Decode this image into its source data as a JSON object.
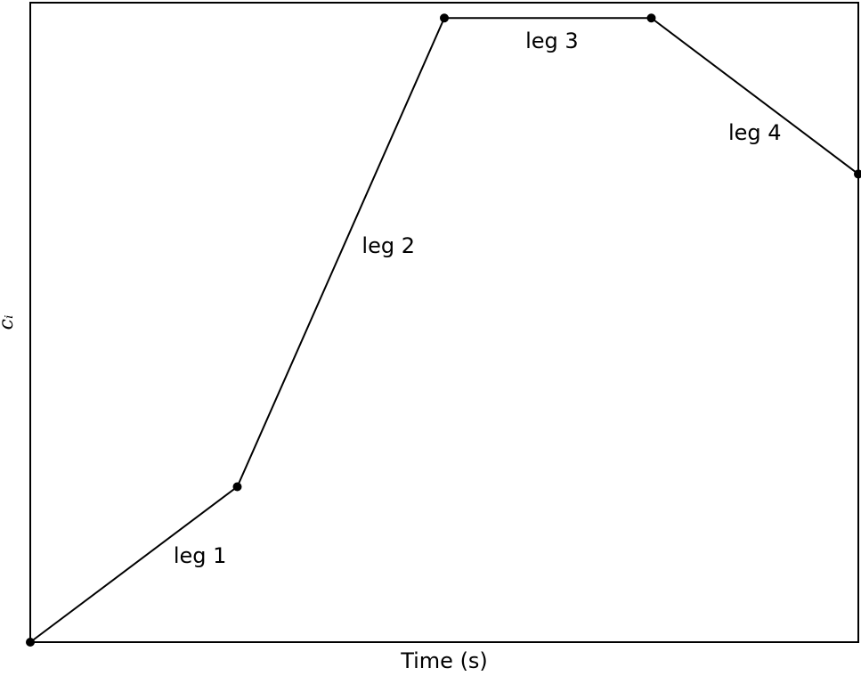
{
  "chart_data": {
    "type": "line",
    "title": "",
    "xlabel": "Time (s)",
    "ylabel": "c_i",
    "ylabel_display": "cᵢ",
    "xlim": [
      0,
      4
    ],
    "ylim": [
      0,
      1
    ],
    "grid": false,
    "x_ticks_shown": false,
    "y_ticks_shown": false,
    "series": [
      {
        "x": [
          0,
          1,
          2,
          3,
          4
        ],
        "y": [
          0,
          0.243,
          0.976,
          0.976,
          0.732
        ],
        "color": "#000000",
        "marker": "circle"
      }
    ],
    "annotations": [
      {
        "text": "leg 1",
        "x": 0.82,
        "y": 0.135
      },
      {
        "text": "leg 2",
        "x": 1.73,
        "y": 0.62
      },
      {
        "text": "leg 3",
        "x": 2.52,
        "y": 0.94
      },
      {
        "text": "leg 4",
        "x": 3.5,
        "y": 0.797
      }
    ]
  }
}
